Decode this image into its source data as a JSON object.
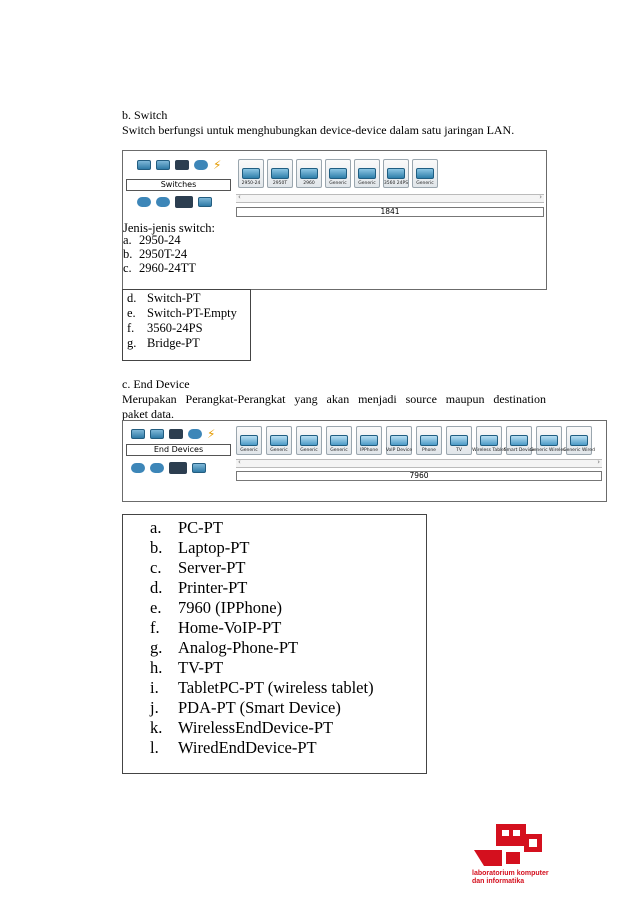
{
  "switch_section": {
    "heading": "b. Switch",
    "description": "Switch berfungsi untuk menghubungkan device-device dalam satu jaringan LAN.",
    "category_label": "Switches",
    "devices": [
      "2950-24",
      "2950T",
      "2960",
      "Generic",
      "Generic",
      "3560 24PS",
      "Generic"
    ],
    "model_name": "1841",
    "list_title": "Jenis-jenis switch:",
    "list_items": [
      {
        "k": "a.",
        "v": "2950-24"
      },
      {
        "k": "b.",
        "v": "2950T-24"
      },
      {
        "k": "c.",
        "v": "2960-24TT"
      }
    ],
    "box_items": [
      {
        "k": "d.",
        "v": "Switch-PT"
      },
      {
        "k": "e.",
        "v": "Switch-PT-Empty"
      },
      {
        "k": "f.",
        "v": "3560-24PS"
      },
      {
        "k": "g.",
        "v": "Bridge-PT"
      }
    ]
  },
  "end_device_section": {
    "heading": "c. End Device",
    "description_line1": "Merupakan Perangkat-Perangkat yang akan menjadi source maupun destination",
    "description_line2": "paket data.",
    "category_label": "End Devices",
    "devices": [
      "Generic",
      "Generic",
      "Generic",
      "Generic",
      "IPPhone",
      "VoIP Device",
      "Phone",
      "TV",
      "Wireless Tablet",
      "Smart Device",
      "Generic Wireless",
      "Generic Wired"
    ],
    "model_name": "7960",
    "list_items": [
      {
        "k": "a.",
        "v": "PC-PT"
      },
      {
        "k": "b.",
        "v": "Laptop-PT"
      },
      {
        "k": "c.",
        "v": "Server-PT"
      },
      {
        "k": "d.",
        "v": "Printer-PT"
      },
      {
        "k": "e.",
        "v": "7960 (IPPhone)"
      },
      {
        "k": "f.",
        "v": "Home-VoIP-PT"
      },
      {
        "k": "g.",
        "v": "Analog-Phone-PT"
      },
      {
        "k": "h.",
        "v": "TV-PT"
      },
      {
        "k": "i.",
        "v": "TabletPC-PT (wireless tablet)"
      },
      {
        "k": "j.",
        "v": "PDA-PT (Smart Device)"
      },
      {
        "k": "k.",
        "v": "WirelessEndDevice-PT"
      },
      {
        "k": "l.",
        "v": "WiredEndDevice-PT"
      }
    ]
  },
  "logo": {
    "line1": "laboratorium komputer",
    "line2": "dan informatika",
    "color": "#d4101e"
  }
}
